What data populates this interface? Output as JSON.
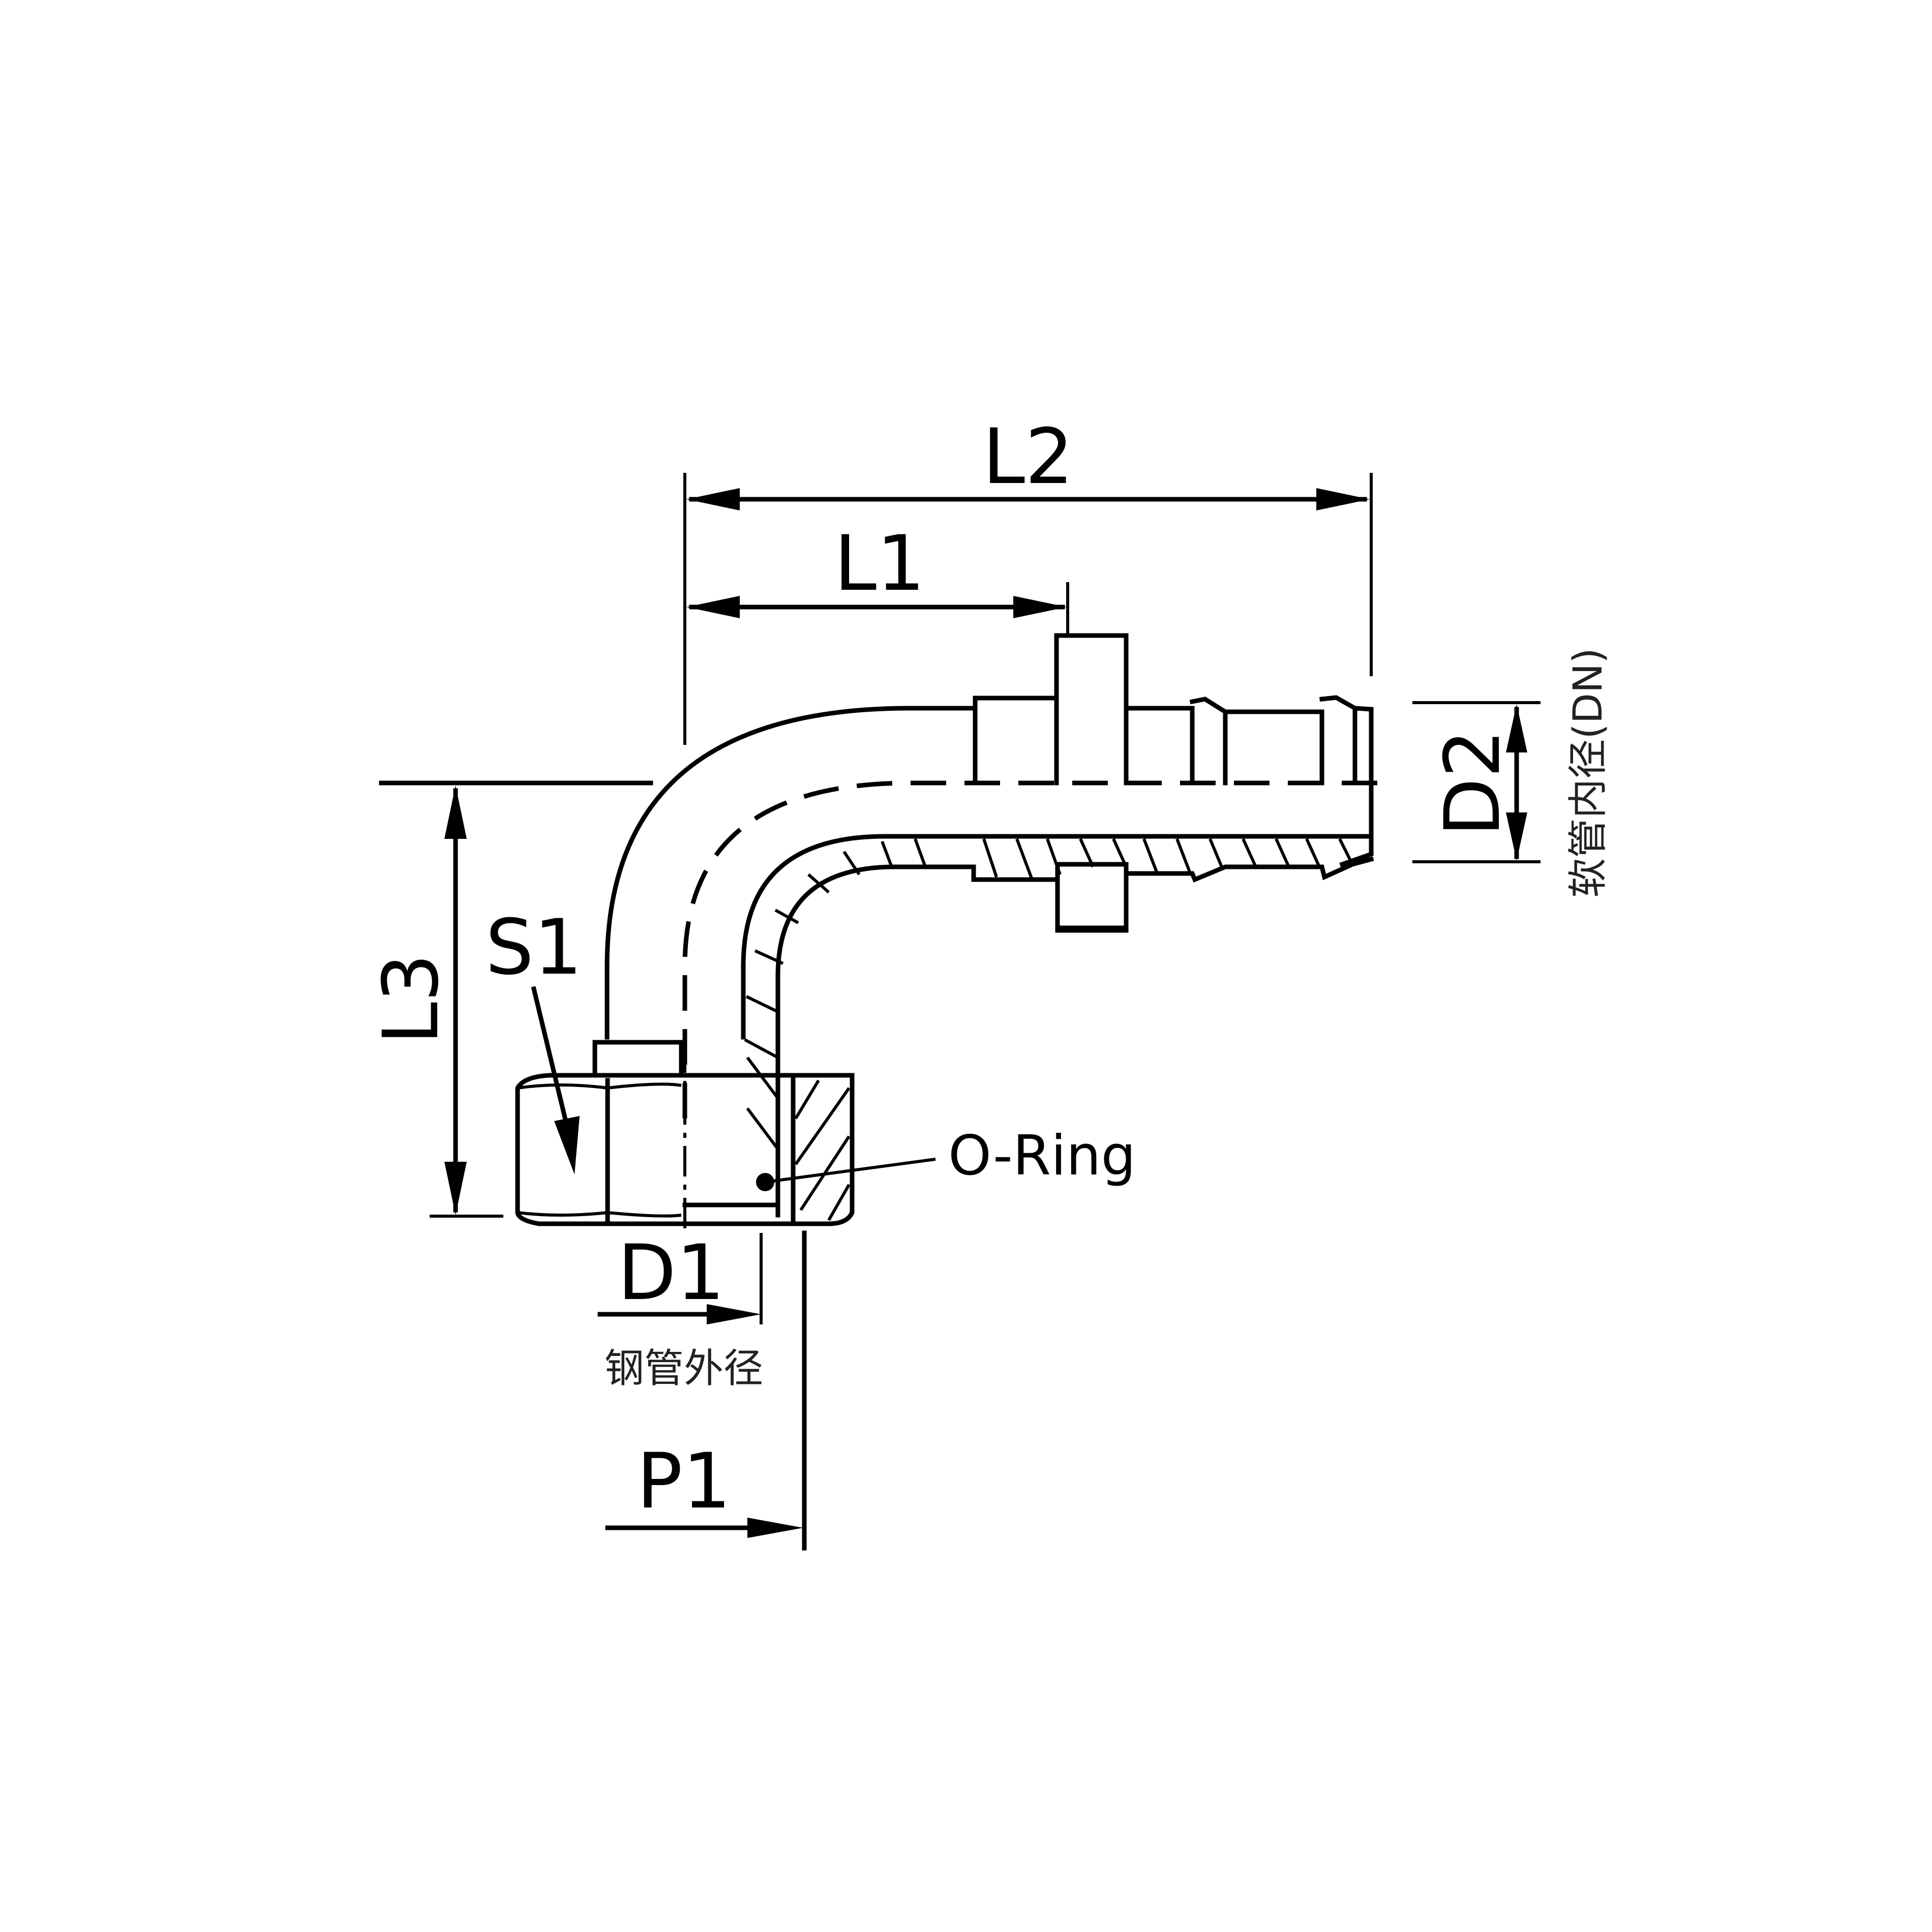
{
  "diagram": {
    "type": "technical-drawing",
    "subject": "90-degree elbow hose fitting with swivel nut and O-ring",
    "line_color": "#000000",
    "background": "#ffffff"
  },
  "dimensions": {
    "l1": "L1",
    "l2": "L2",
    "l3": "L3",
    "s1": "S1",
    "d1": "D1",
    "d2": "D2",
    "p1": "P1"
  },
  "annotations": {
    "o_ring": "O-Ring",
    "d1_caption": "钢管外径",
    "d2_caption": "软管内径(DN)"
  }
}
